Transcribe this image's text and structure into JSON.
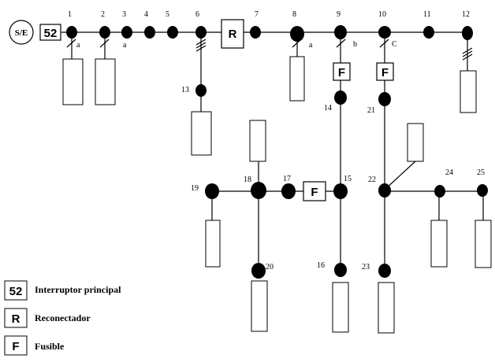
{
  "substation": {
    "label": "S/E"
  },
  "breaker": {
    "label": "52"
  },
  "recloser": {
    "label": "R"
  },
  "fuse": {
    "label": "F"
  },
  "nodes": {
    "n1": "1",
    "n2": "2",
    "n3": "3",
    "n4": "4",
    "n5": "5",
    "n6": "6",
    "n7": "7",
    "n8": "8",
    "n9": "9",
    "n10": "10",
    "n11": "11",
    "n12": "12",
    "n13": "13",
    "n14": "14",
    "n15": "15",
    "n16": "16",
    "n17": "17",
    "n18": "18",
    "n19": "19",
    "n20": "20",
    "n21": "21",
    "n22": "22",
    "n23": "23",
    "n24": "24",
    "n25": "25"
  },
  "phase_marks": {
    "a1": "a",
    "a3": "a",
    "a8": "a",
    "b9": "b",
    "c10": "C"
  },
  "legend": [
    {
      "symbol": "52",
      "description": "Interruptor principal"
    },
    {
      "symbol": "R",
      "description": "Reconectador"
    },
    {
      "symbol": "F",
      "description": "Fusible"
    }
  ]
}
